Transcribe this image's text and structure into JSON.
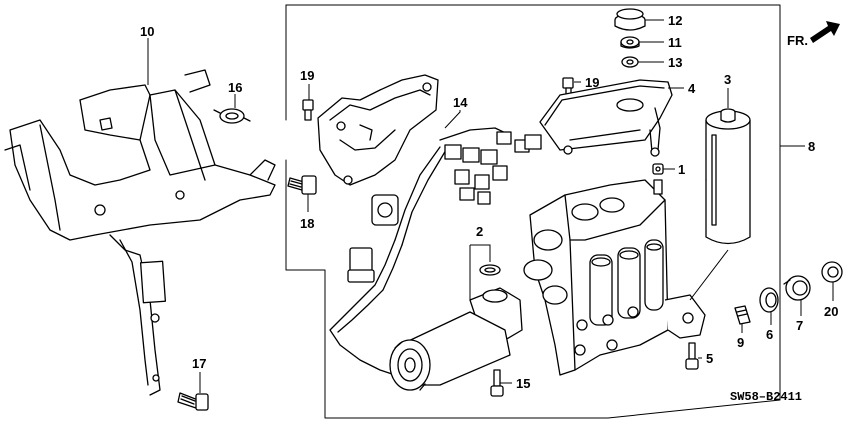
{
  "diagram": {
    "direction_label": "FR.",
    "drawing_code": "SW58–B2411",
    "callouts": [
      {
        "id": "c1",
        "label": "1"
      },
      {
        "id": "c2",
        "label": "2"
      },
      {
        "id": "c3",
        "label": "3"
      },
      {
        "id": "c4",
        "label": "4"
      },
      {
        "id": "c5",
        "label": "5"
      },
      {
        "id": "c6",
        "label": "6"
      },
      {
        "id": "c7",
        "label": "7"
      },
      {
        "id": "c8",
        "label": "8"
      },
      {
        "id": "c9",
        "label": "9"
      },
      {
        "id": "c10",
        "label": "10"
      },
      {
        "id": "c11",
        "label": "11"
      },
      {
        "id": "c12",
        "label": "12"
      },
      {
        "id": "c13",
        "label": "13"
      },
      {
        "id": "c14",
        "label": "14"
      },
      {
        "id": "c15",
        "label": "15"
      },
      {
        "id": "c16",
        "label": "16"
      },
      {
        "id": "c17",
        "label": "17"
      },
      {
        "id": "c18",
        "label": "18"
      },
      {
        "id": "c19a",
        "label": "19"
      },
      {
        "id": "c19b",
        "label": "19"
      },
      {
        "id": "c20",
        "label": "20"
      }
    ]
  }
}
